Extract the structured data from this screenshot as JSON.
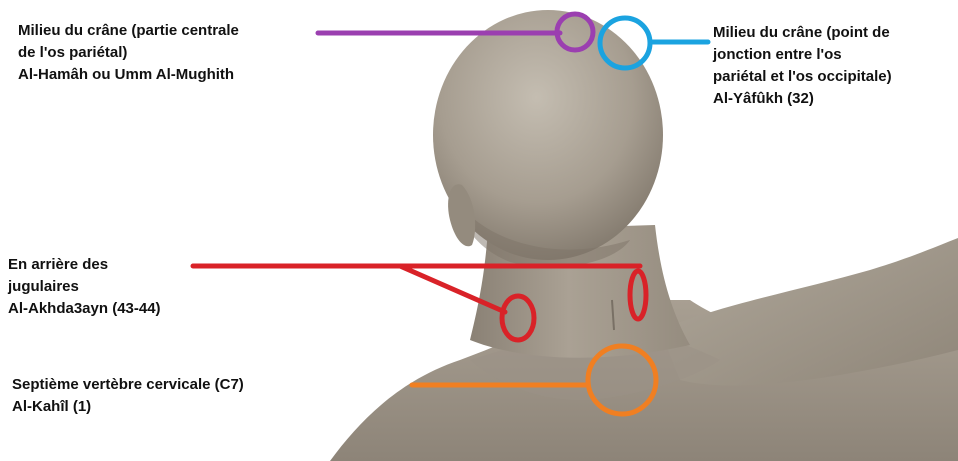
{
  "annotations": {
    "parietal_center": {
      "lines": [
        "Milieu du crâne (partie centrale",
        "de l'os pariétal)",
        "Al-Hamâh ou Umm Al-Mughith"
      ],
      "color": "#9b3fb0"
    },
    "parietal_occipital": {
      "lines": [
        "Milieu du crâne (point de",
        "jonction entre l'os",
        "pariétal et l'os occipitale)",
        "Al-Yâfûkh (32)"
      ],
      "color": "#1ba3e0"
    },
    "jugular": {
      "lines": [
        "En arrière des",
        "jugulaires",
        "Al-Akhda3ayn (43-44)"
      ],
      "color": "#d92228"
    },
    "c7": {
      "lines": [
        "Septième vertèbre cervicale (C7)",
        "Al-Kahîl (1)"
      ],
      "color": "#f07f22"
    }
  },
  "illustration": {
    "subject": "3D model of human head, neck and shoulders seen from behind",
    "skin_color": "#a3998a"
  }
}
